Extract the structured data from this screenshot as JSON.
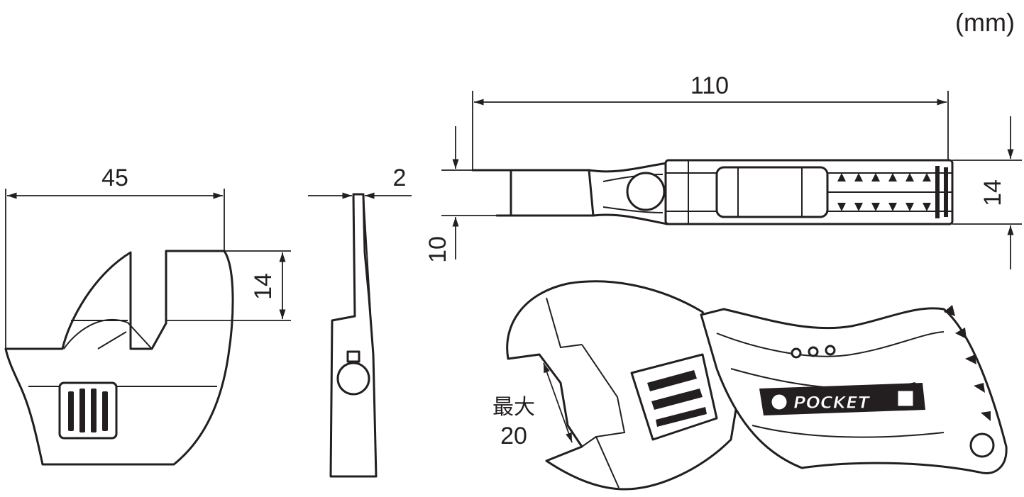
{
  "unit_label": "(mm)",
  "dimensions": {
    "jaw_width": "45",
    "jaw_opening": "14",
    "side_thickness": "2",
    "overall_length": "110",
    "handle_height": "10",
    "handle_width": "14",
    "max_opening_label": "最大",
    "max_opening_value": "20"
  },
  "brand": {
    "logo_text": "POCKET"
  },
  "colors": {
    "line": "#231f20",
    "background": "#ffffff"
  }
}
